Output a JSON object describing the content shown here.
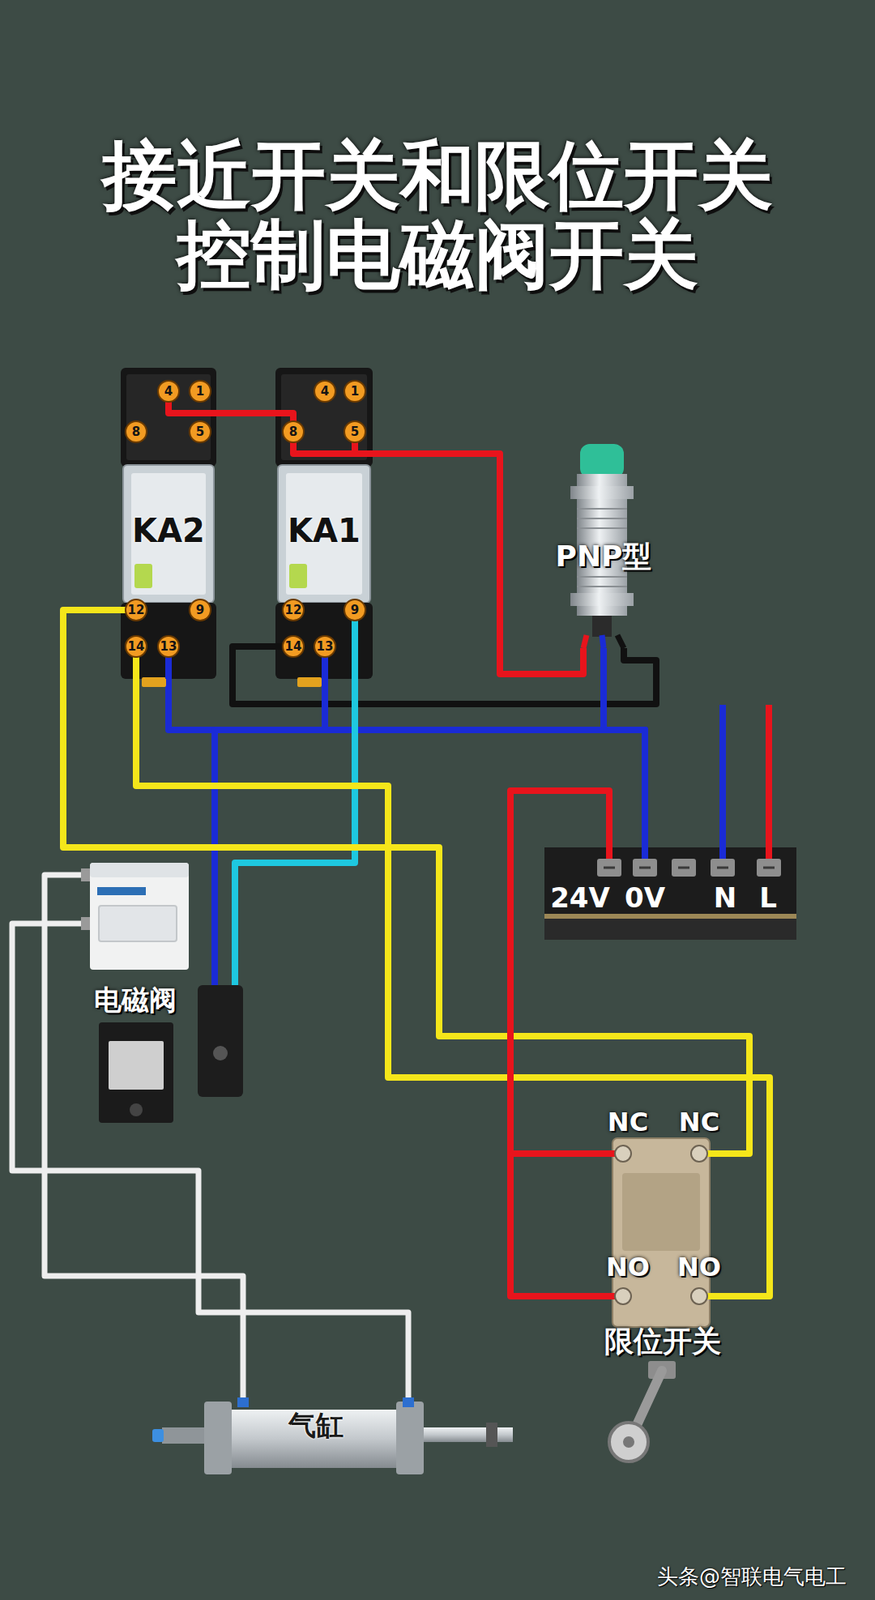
{
  "diagram": {
    "title": "接近开关和限位开关 控制电磁阀开关",
    "nodes": [
      {
        "text": [
          "KA2"
        ]
      },
      {
        "text": [
          "KA1"
        ]
      },
      {
        "text": [
          "PNP型"
        ]
      },
      {
        "text": [
          "24V",
          "0V",
          "N",
          "L"
        ]
      },
      {
        "text": [
          "电磁阀"
        ]
      },
      {
        "text": [
          "限位开关"
        ]
      },
      {
        "text": [
          "气缸"
        ]
      }
    ],
    "edges": [
      {
        "from": 0,
        "to": 1,
        "arrow": "none"
      },
      {
        "from": 1,
        "to": 2,
        "arrow": "none"
      },
      {
        "from": 2,
        "to": 1,
        "arrow": "none"
      },
      {
        "from": 2,
        "to": 3,
        "arrow": "none"
      },
      {
        "from": 0,
        "to": 3,
        "arrow": "none"
      },
      {
        "from": 1,
        "to": 3,
        "arrow": "none"
      },
      {
        "from": 3,
        "to": 4,
        "arrow": "none"
      },
      {
        "from": 1,
        "to": 4,
        "arrow": "none"
      },
      {
        "from": 0,
        "to": 5,
        "arrow": "none"
      },
      {
        "from": 0,
        "to": 5,
        "arrow": "none"
      },
      {
        "from": 3,
        "to": 5,
        "arrow": "none"
      },
      {
        "from": 4,
        "to": 6,
        "arrow": "none"
      },
      {
        "from": 4,
        "to": 6,
        "arrow": "none"
      }
    ],
    "labels": [
      "4",
      "1",
      "8",
      "5",
      "12",
      "9",
      "14",
      "13",
      "4",
      "1",
      "8",
      "5",
      "12",
      "9",
      "14",
      "13",
      "NC",
      "NC",
      "NO",
      "NO",
      "头条@智联电气电工"
    ]
  }
}
